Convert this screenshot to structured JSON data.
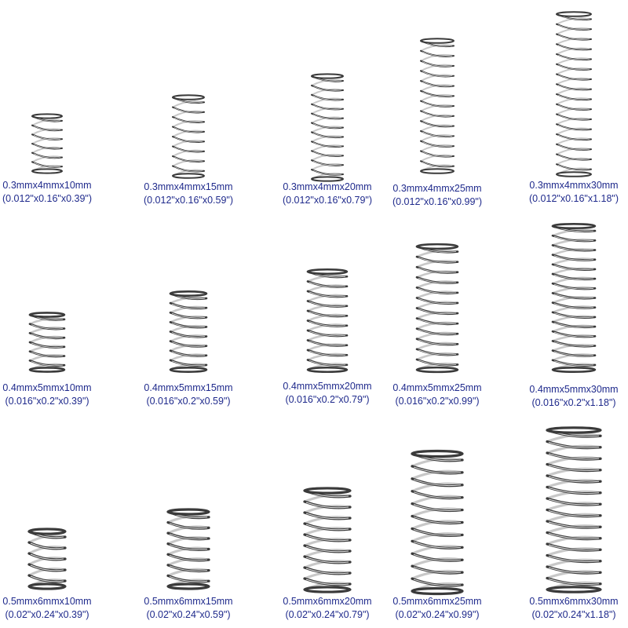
{
  "colors": {
    "caption": "#1f2a8c",
    "wire_dark": "#3a3a3a",
    "wire_light": "#c8c8c8"
  },
  "rows": [
    {
      "items": [
        {
          "metric": "0.3mmx4mmx10mm",
          "imperial": "(0.012\"x0.16\"x0.39\")",
          "coils": 6
        },
        {
          "metric": "0.3mmx4mmx15mm",
          "imperial": "(0.012\"x0.16\"x0.59\")",
          "coils": 8
        },
        {
          "metric": "0.3mmx4mmx20mm",
          "imperial": "(0.012\"x0.16\"x0.79\")",
          "coils": 11
        },
        {
          "metric": "0.3mmx4mmx25mm",
          "imperial": "(0.012\"x0.16\"x0.99\")",
          "coils": 13
        },
        {
          "metric": "0.3mmx4mmx30mm",
          "imperial": "(0.012\"x0.16\"x1.18\")",
          "coils": 16
        }
      ]
    },
    {
      "items": [
        {
          "metric": "0.4mmx5mmx10mm",
          "imperial": "(0.016\"x0.2\"x0.39\")",
          "coils": 6
        },
        {
          "metric": "0.4mmx5mmx15mm",
          "imperial": "(0.016\"x0.2\"x0.59\")",
          "coils": 8
        },
        {
          "metric": "0.4mmx5mmx20mm",
          "imperial": "(0.016\"x0.2\"x0.79\")",
          "coils": 10
        },
        {
          "metric": "0.4mmx5mmx25mm",
          "imperial": "(0.016\"x0.2\"x0.99\")",
          "coils": 12
        },
        {
          "metric": "0.4mmx5mmx30mm",
          "imperial": "(0.016\"x0.2\"x1.18\")",
          "coils": 15
        }
      ]
    },
    {
      "items": [
        {
          "metric": "0.5mmx6mmx10mm",
          "imperial": "(0.02\"x0.24\"x0.39\")",
          "coils": 5
        },
        {
          "metric": "0.5mmx6mmx15mm",
          "imperial": "(0.02\"x0.24\"x0.59\")",
          "coils": 7
        },
        {
          "metric": "0.5mmx6mmx20mm",
          "imperial": "(0.02\"x0.24\"x0.79\")",
          "coils": 9
        },
        {
          "metric": "0.5mmx6mmx25mm",
          "imperial": "(0.02\"x0.24\"x0.99\")",
          "coils": 11
        },
        {
          "metric": "0.5mmx6mmx30mm",
          "imperial": "(0.02\"x0.24\"x1.18\")",
          "coils": 14
        }
      ]
    }
  ]
}
